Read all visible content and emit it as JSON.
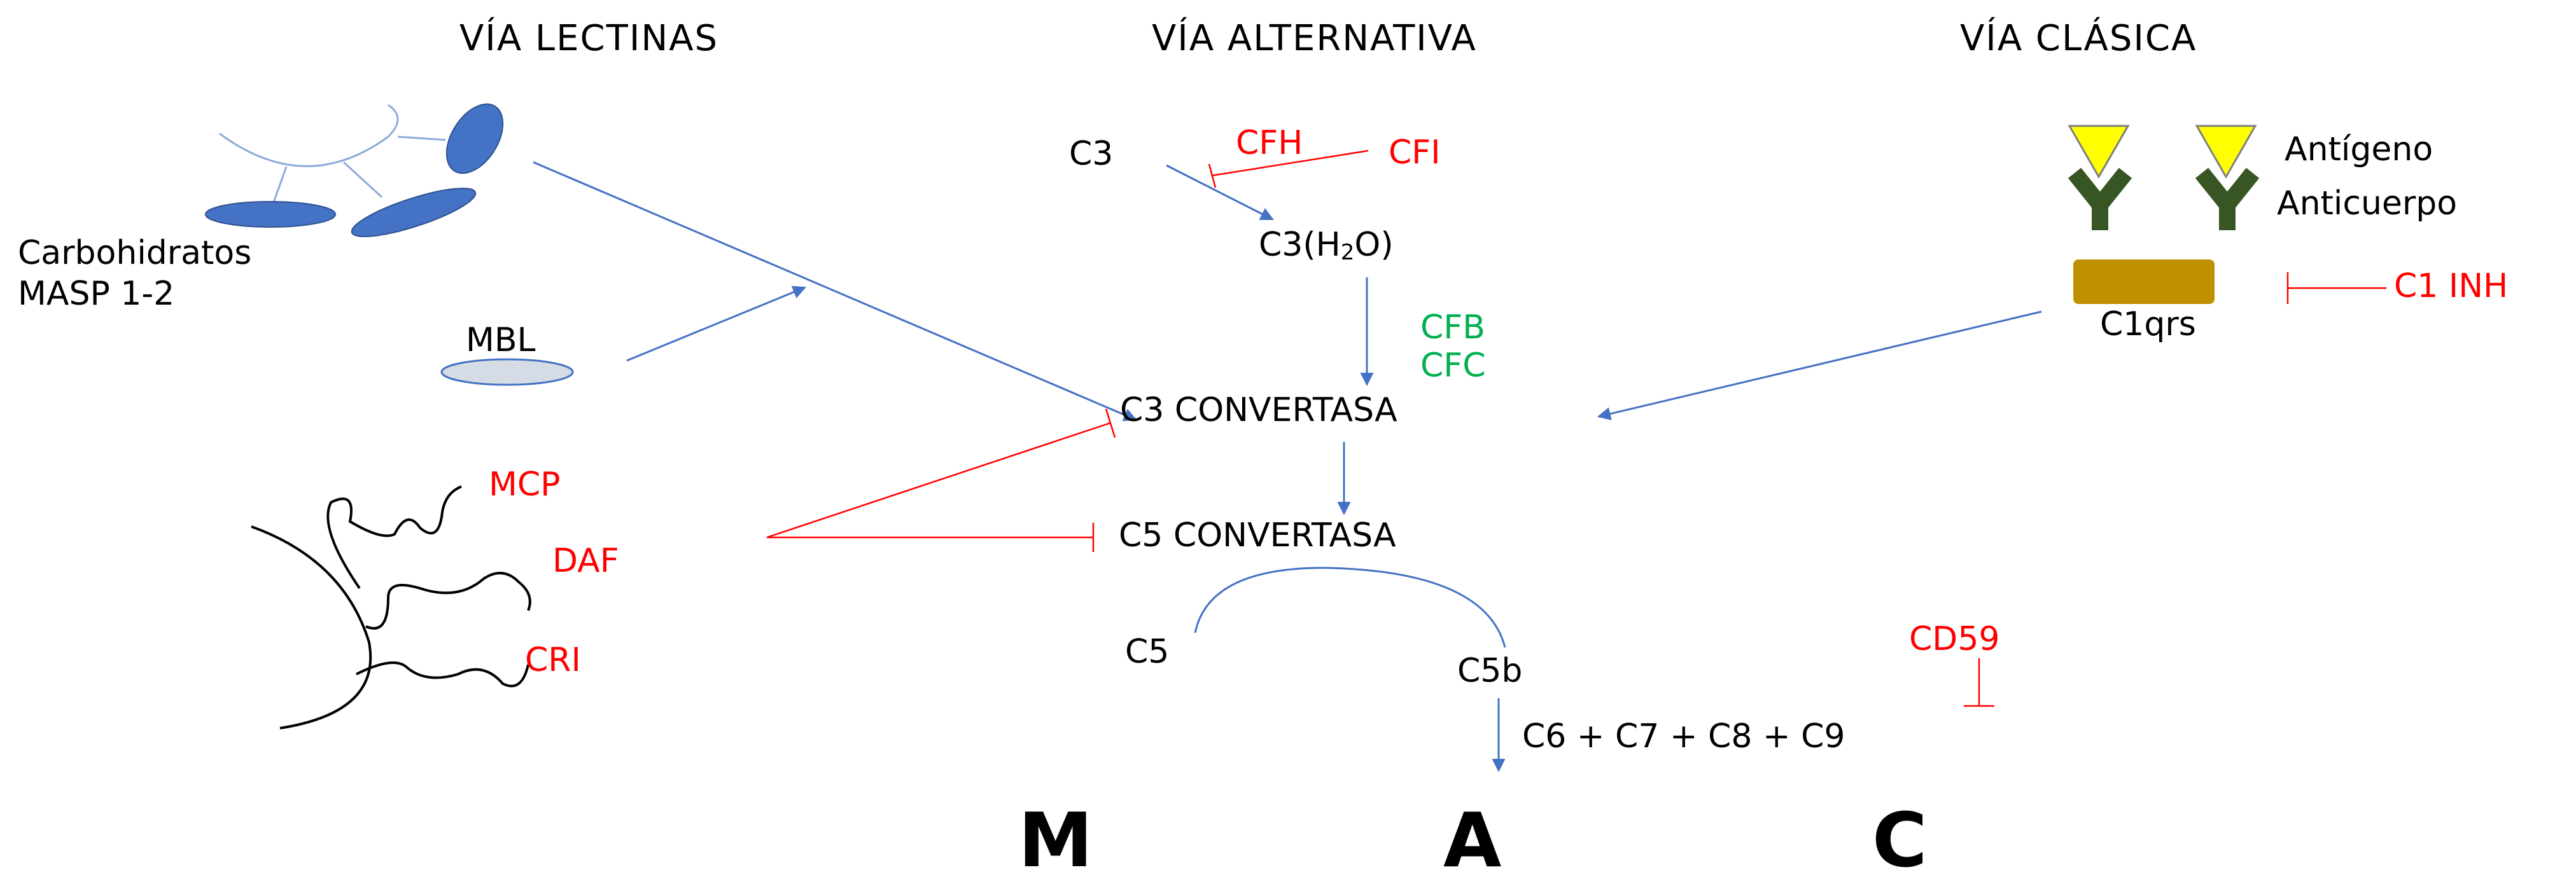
{
  "headers": {
    "lectinas": "VÍA LECTINAS",
    "alternativa": "VÍA ALTERNATIVA",
    "clasica": "VÍA CLÁSICA"
  },
  "lectin": {
    "carbohidratos": "Carbohidratos",
    "masp": "MASP 1-2",
    "mbl": "MBL"
  },
  "alternative": {
    "c3": "C3",
    "cfh": "CFH",
    "cfi": "CFI",
    "c3h2o_prefix": "C3(H",
    "c3h2o_sub": "2",
    "c3h2o_suffix": "O)",
    "cfb": "CFB",
    "cfc": "CFC"
  },
  "classical": {
    "antigeno": "Antígeno",
    "anticuerpo": "Anticuerpo",
    "c1qrs": "C1qrs",
    "c1inh": "C1 INH"
  },
  "regulators": {
    "mcp": "MCP",
    "daf": "DAF",
    "cri": "CRI",
    "cd59": "CD59"
  },
  "cascade": {
    "c3_convertasa": "C3 CONVERTASA",
    "c5_convertasa": "C5 CONVERTASA",
    "c5": "C5",
    "c5b": "C5b",
    "terminal": "C6 + C7 + C8 + C9"
  },
  "mac": {
    "m": "M",
    "a": "A",
    "c": "C"
  },
  "colors": {
    "arrow": "#4472c4",
    "inhibit": "#ff0000",
    "cofactor": "#00b050",
    "lectin_shape": "#4472c4",
    "mbl_fill": "#d6dce5",
    "antigen": "#ffff00",
    "antibody": "#375623",
    "c1_box": "#bf9000"
  }
}
